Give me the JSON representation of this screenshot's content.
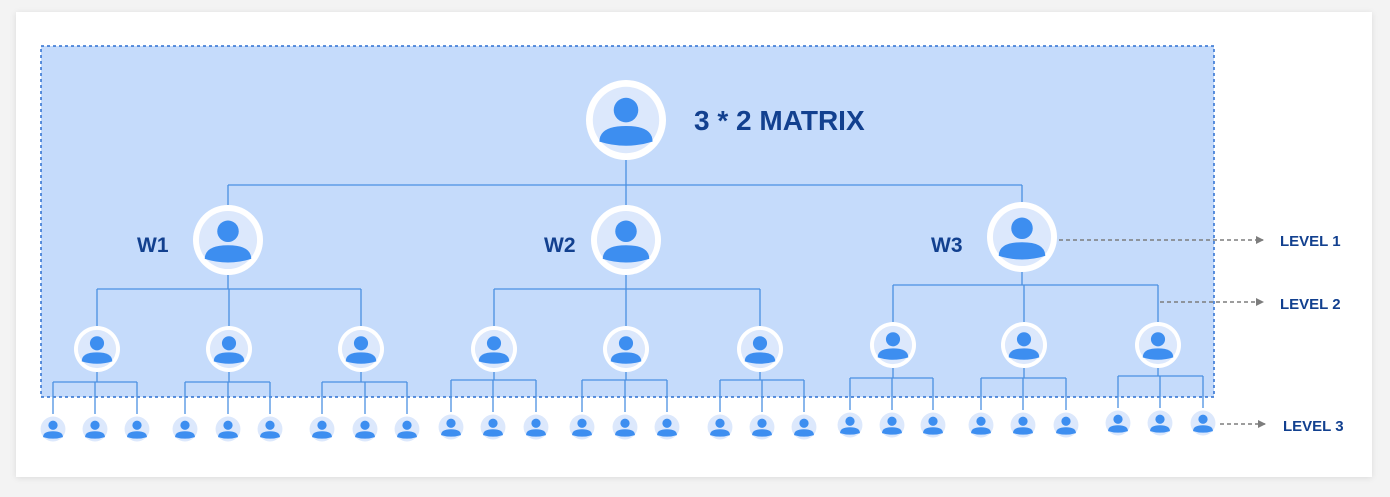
{
  "title": "3 * 2 MATRIX",
  "colors": {
    "panel": "#c5dbfb",
    "panel_border": "#2c6fd1",
    "connector": "#4a90e2",
    "avatar_ring": "#ffffff",
    "avatar_bg": "#dce8fc",
    "avatar_person": "#3d8ef0",
    "label": "#12408f",
    "arrow": "#7d7d7d"
  },
  "icon": "user-avatar-icon",
  "nodes": {
    "root": {
      "label": ""
    },
    "level1": [
      {
        "label": "W1"
      },
      {
        "label": "W2"
      },
      {
        "label": "W3"
      }
    ],
    "level2_count_per_parent": 3,
    "level3_count_per_parent": 3
  },
  "level_labels": [
    "LEVEL 1",
    "LEVEL 2",
    "LEVEL 3"
  ]
}
